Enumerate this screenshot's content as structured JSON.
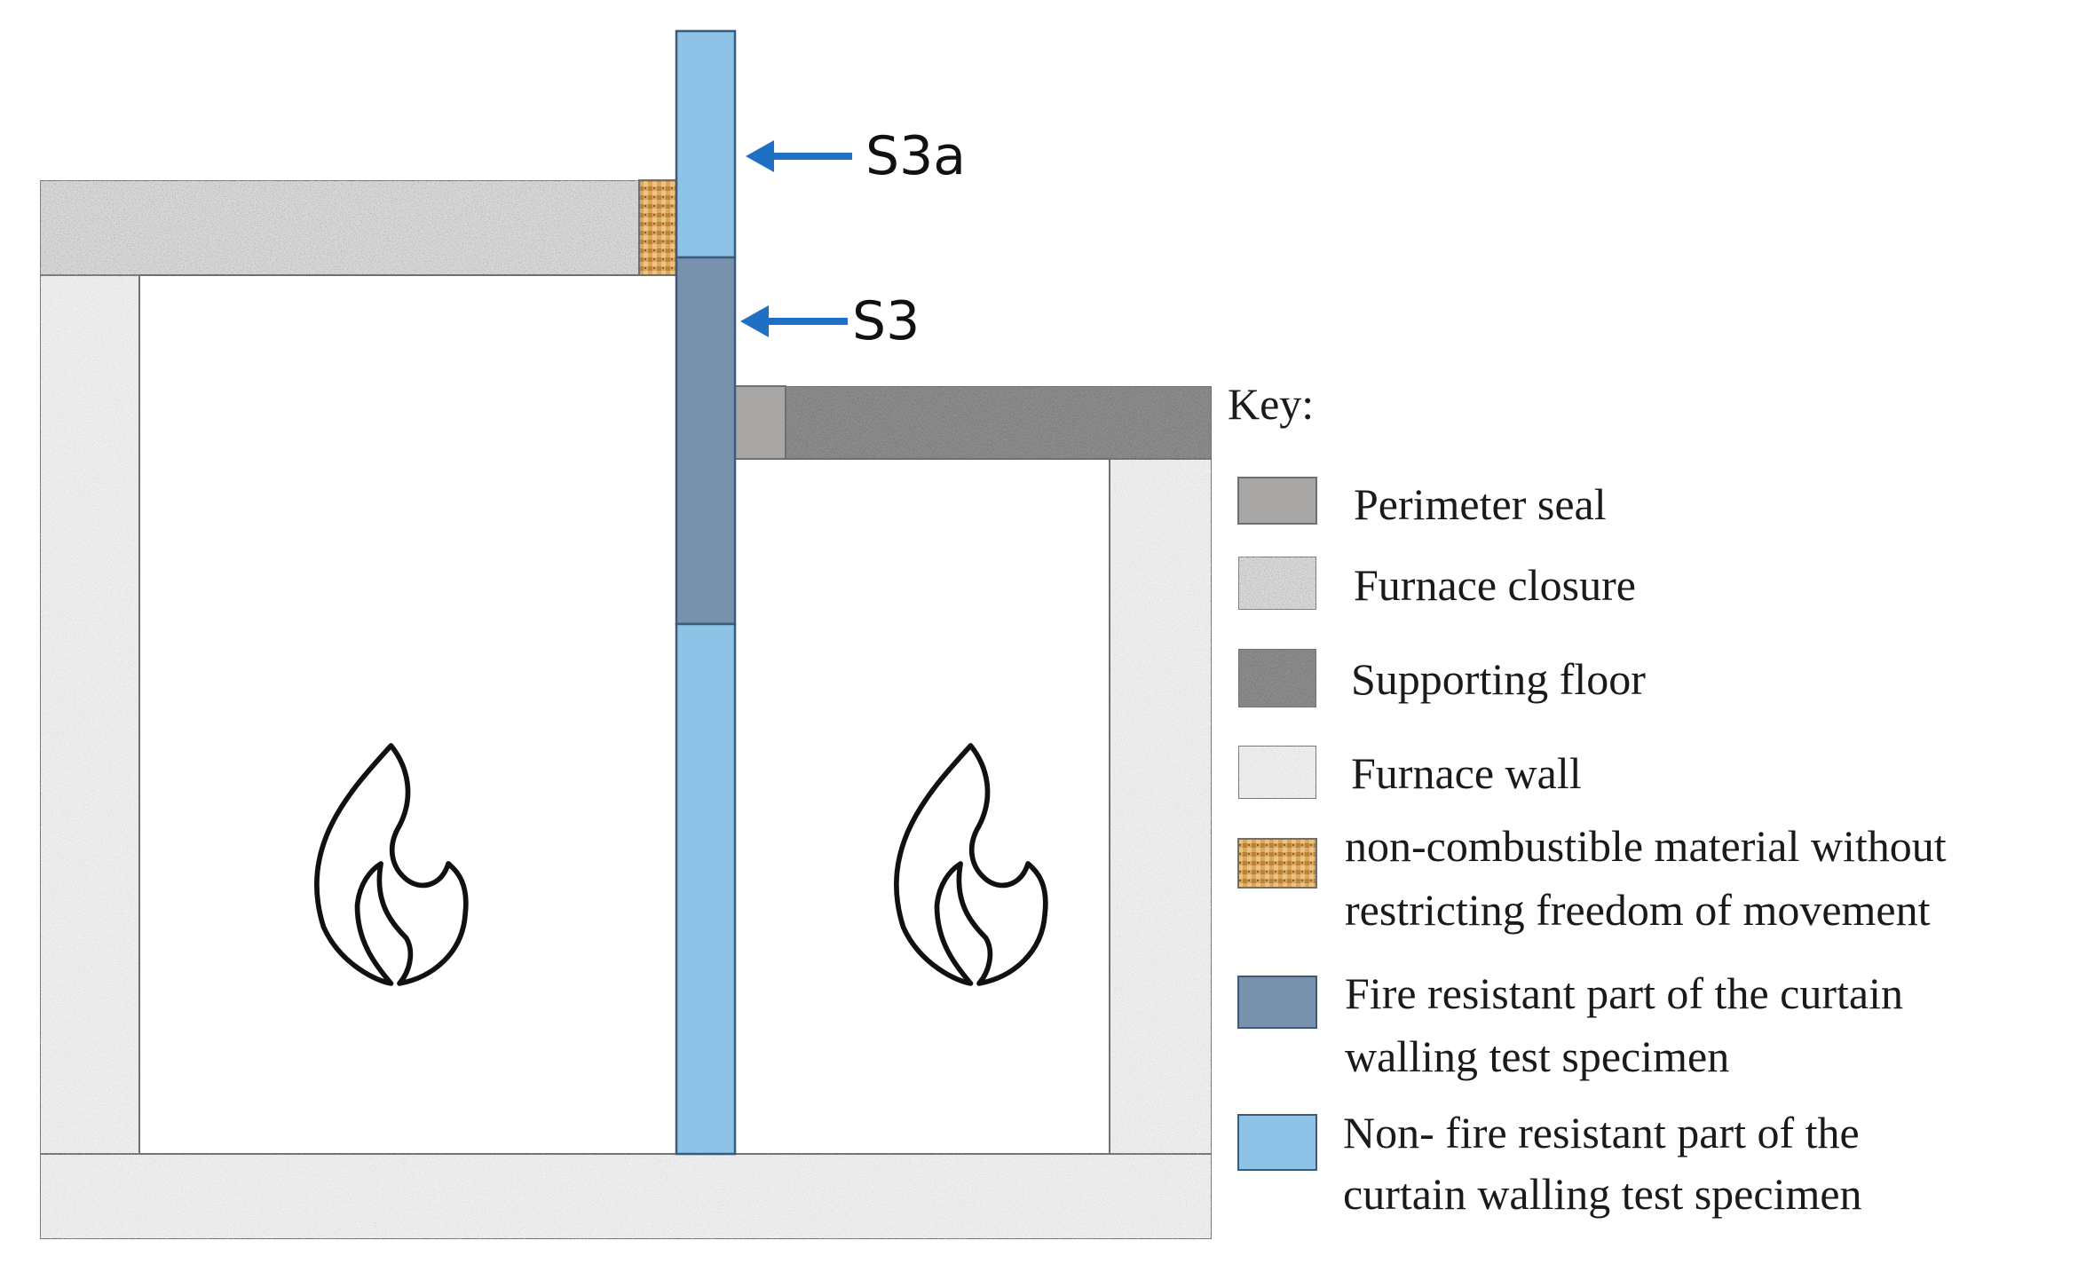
{
  "diagram": {
    "labels": {
      "s3a": "S3a",
      "s3": "S3"
    },
    "key": {
      "title": "Key:",
      "items": [
        {
          "id": "perimeter-seal",
          "lines": [
            "Perimeter seal"
          ]
        },
        {
          "id": "furnace-closure",
          "lines": [
            "Furnace closure"
          ]
        },
        {
          "id": "supporting-floor",
          "lines": [
            "Supporting floor"
          ]
        },
        {
          "id": "furnace-wall",
          "lines": [
            "Furnace wall"
          ]
        },
        {
          "id": "non-combustible-material",
          "lines": [
            "non-combustible material without",
            "restricting freedom of movement"
          ]
        },
        {
          "id": "fire-resistant-part",
          "lines": [
            "Fire resistant part of the curtain",
            "walling test specimen"
          ]
        },
        {
          "id": "non-fire-resistant-part",
          "lines": [
            "Non- fire resistant part of the",
            "curtain walling test specimen"
          ]
        }
      ]
    },
    "colors": {
      "perimeter_seal": "#a9a6a6",
      "fire_resistant": "#7891ad",
      "non_fire_resistant": "#8cc3e7",
      "arrow": "#1f6fc4",
      "furnace_wall": "#eeeeee",
      "furnace_closure": "#d8d8d8",
      "supporting_floor": "#8f8f8f",
      "non_combustible": "#d4a35c"
    },
    "icons": [
      "flame-icon",
      "flame-icon"
    ]
  }
}
